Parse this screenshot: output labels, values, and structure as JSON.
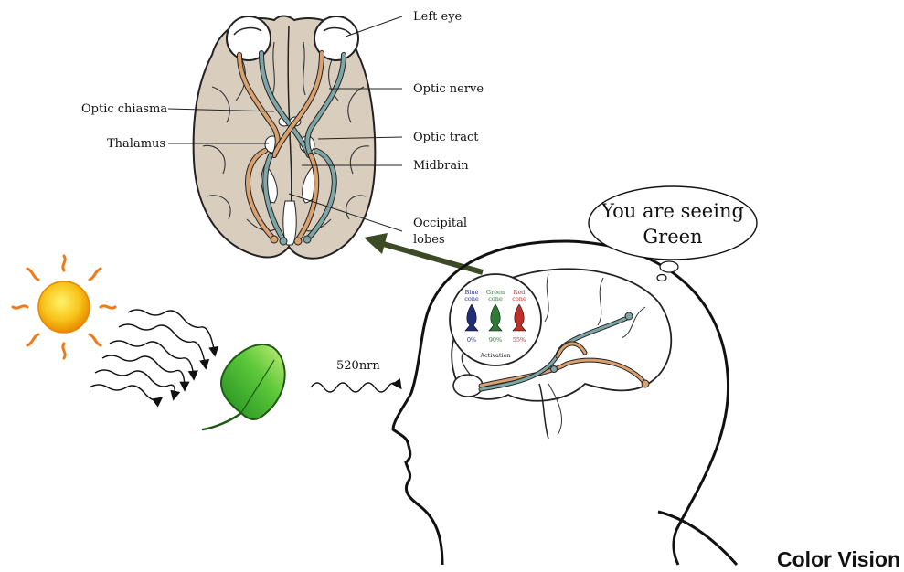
{
  "brain_labels": {
    "left_eye": "Left eye",
    "optic_nerve": "Optic nerve",
    "optic_chiasma": "Optic chiasma",
    "thalamus": "Thalamus",
    "optic_tract": "Optic tract",
    "midbrain": "Midbrain",
    "occipital_line1": "Occipital",
    "occipital_line2": "lobes"
  },
  "thought_bubble": {
    "line1": "You are seeing",
    "line2": "Green"
  },
  "wavelength": "520nrn",
  "cones": [
    {
      "line1": "Blue",
      "line2": "cone",
      "value": "0%",
      "color": "#1f2d7a"
    },
    {
      "line1": "Green",
      "line2": "cone",
      "value": "90%",
      "color": "#2f7a35"
    },
    {
      "line1": "Red",
      "line2": "cone",
      "value": "55%",
      "color": "#c0302a"
    }
  ],
  "activation_label": "Activation",
  "title": "Color Vision",
  "colors": {
    "brain_fill": "#d9cdbd",
    "nerve_orange": "#d9a070",
    "nerve_teal": "#7fa6a6",
    "sun": "#f5b400",
    "leaf": "#45b035",
    "arrow": "#3d4a26"
  }
}
